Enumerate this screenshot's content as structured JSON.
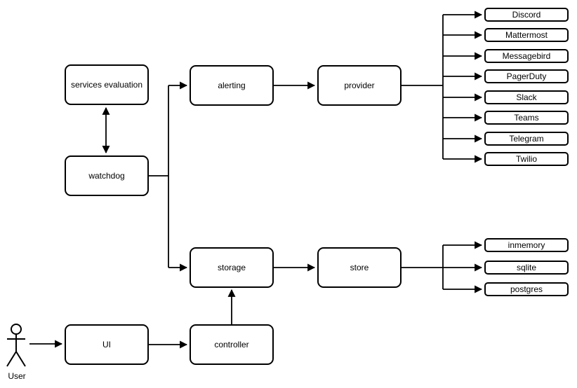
{
  "diagram": {
    "background_color": "#ffffff",
    "stroke_color": "#000000",
    "text_color": "#000000",
    "nodes": {
      "services_evaluation": {
        "label": "services evaluation"
      },
      "watchdog": {
        "label": "watchdog"
      },
      "alerting": {
        "label": "alerting"
      },
      "provider": {
        "label": "provider"
      },
      "storage": {
        "label": "storage"
      },
      "store": {
        "label": "store"
      },
      "ui": {
        "label": "UI"
      },
      "controller": {
        "label": "controller"
      }
    },
    "actor": {
      "label": "User"
    },
    "providers": [
      "Discord",
      "Mattermost",
      "Messagebird",
      "PagerDuty",
      "Slack",
      "Teams",
      "Telegram",
      "Twilio"
    ],
    "stores": [
      "inmemory",
      "sqlite",
      "postgres"
    ]
  }
}
